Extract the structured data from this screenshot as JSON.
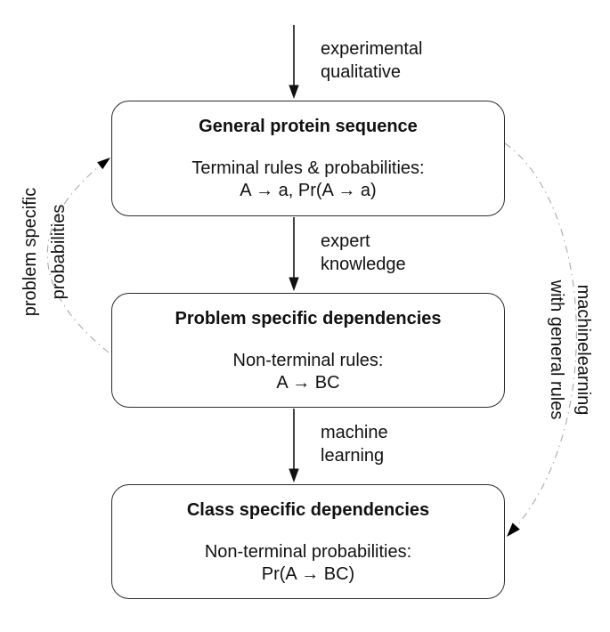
{
  "diagram": {
    "boxes": [
      {
        "title": "General protein sequence",
        "body_line1": "Terminal rules & probabilities:",
        "body_line2": "A → a, Pr(A → a)"
      },
      {
        "title": "Problem specific dependencies",
        "body_line1": "Non-terminal rules:",
        "body_line2": "A → BC"
      },
      {
        "title": "Class specific dependencies",
        "body_line1": "Non-terminal probabilities:",
        "body_line2": "Pr(A → BC)"
      }
    ],
    "flow_labels": [
      {
        "line1": "experimental",
        "line2": "qualitative"
      },
      {
        "line1": "expert",
        "line2": "knowledge"
      },
      {
        "line1": "machine",
        "line2": "learning"
      }
    ],
    "feedback_labels": {
      "left": {
        "line1": "problem specific",
        "line2": "probabilities"
      },
      "right": {
        "line1": "machinelearning",
        "line2": "with general rules"
      }
    },
    "colors": {
      "background": "#ffffff",
      "box_border": "#2b2b2b",
      "text": "#111111",
      "flow_arrow": "#111111",
      "feedback_curve": "#a9a9a9",
      "feedback_arrowhead": "#000000"
    }
  }
}
